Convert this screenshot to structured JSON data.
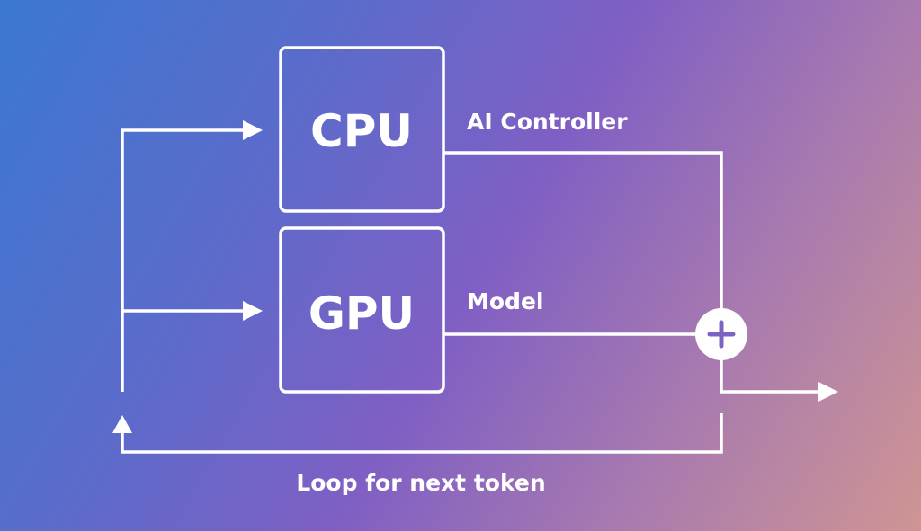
{
  "diagram": {
    "cpu_label": "CPU",
    "gpu_label": "GPU",
    "cpu_side_label": "AI Controller",
    "gpu_side_label": "Model",
    "loop_label": "Loop for next token",
    "plus_symbol": "+"
  },
  "colors": {
    "stroke": "#ffffff",
    "gradient_start": "#3b78d0",
    "gradient_end": "#cf9593",
    "plus_icon": "#7a63c2"
  }
}
